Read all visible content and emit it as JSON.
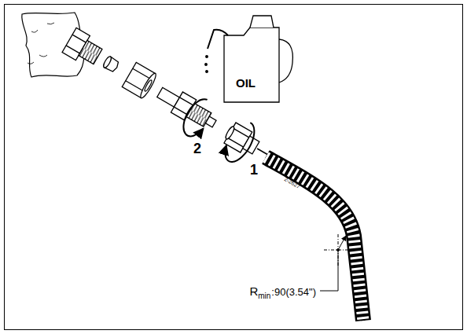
{
  "diagram": {
    "labels": [
      "OIL",
      "2",
      "1",
      "2-2627",
      "R",
      "min",
      ":90(3.54\")"
    ]
  }
}
